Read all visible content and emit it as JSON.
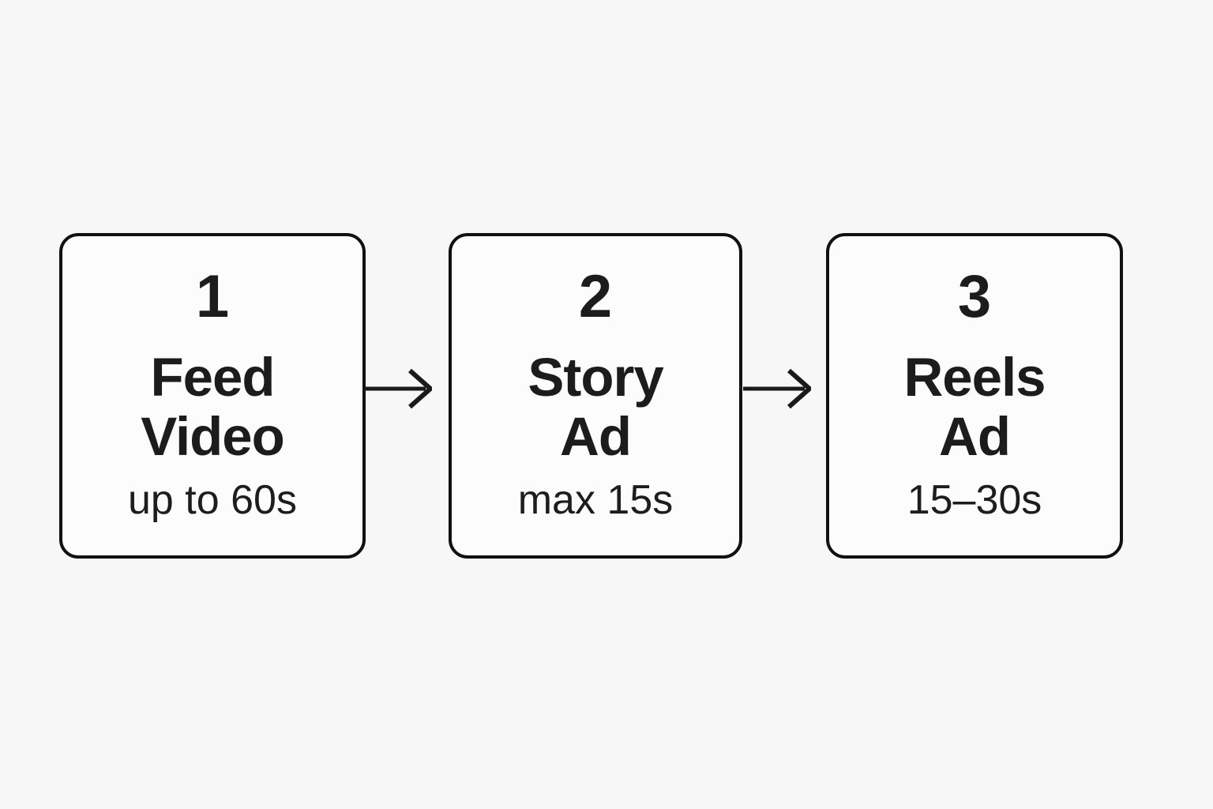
{
  "diagram": {
    "type": "flowchart-horizontal",
    "steps": [
      {
        "number": "1",
        "title": "Feed\nVideo",
        "duration": "up to 60s"
      },
      {
        "number": "2",
        "title": "Story\nAd",
        "duration": "max 15s"
      },
      {
        "number": "3",
        "title": "Reels\nAd",
        "duration": "15–30s"
      }
    ],
    "connectors": [
      {
        "from": 1,
        "to": 2,
        "icon": "arrow-right"
      },
      {
        "from": 2,
        "to": 3,
        "icon": "arrow-right"
      }
    ],
    "colors": {
      "background": "#f7f7f8",
      "box_fill": "#fcfcfc",
      "border": "#111111",
      "text": "#1c1c1c"
    }
  }
}
